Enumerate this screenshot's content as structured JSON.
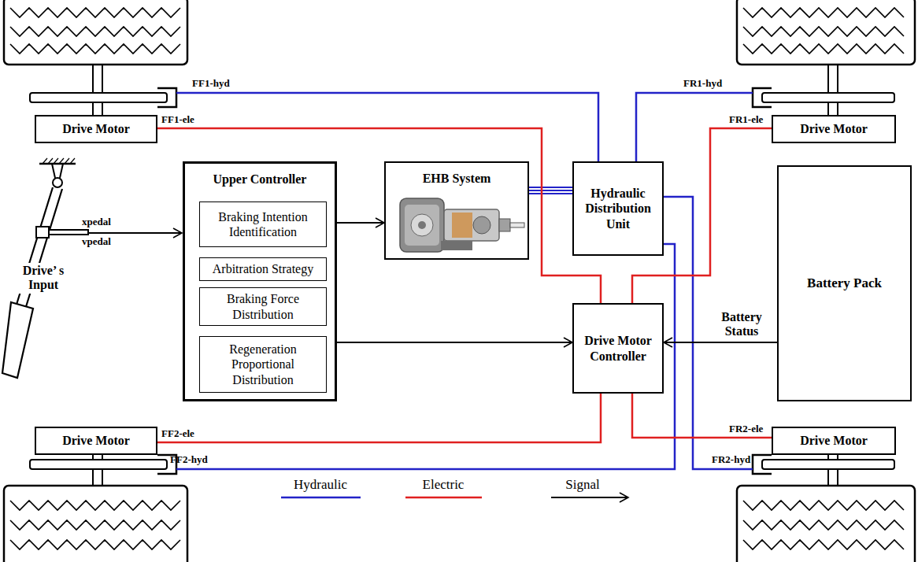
{
  "diagram": {
    "nodes": [
      {
        "text": [
          "Upper Controller"
        ]
      },
      {
        "text": [
          "Braking Intention Identification"
        ],
        "in": 0
      },
      {
        "text": [
          "Arbitration Strategy"
        ],
        "in": 0
      },
      {
        "text": [
          "Braking Force Distribution"
        ],
        "in": 0
      },
      {
        "text": [
          "Regeneration Proportional Distribution"
        ],
        "in": 0
      },
      {
        "text": [
          "EHB System"
        ]
      },
      {
        "text": [
          "Hydraulic Distribution Unit"
        ]
      },
      {
        "text": [
          "Drive Motor Controller"
        ]
      },
      {
        "text": [
          "Battery Pack"
        ]
      },
      {
        "text": [
          "Drive Motor"
        ]
      },
      {
        "text": [
          "Drive Motor"
        ]
      },
      {
        "text": [
          "Drive Motor"
        ]
      },
      {
        "text": [
          "Drive Motor"
        ]
      }
    ],
    "edges": [
      {
        "from": 0,
        "to": 5,
        "arrow": "to"
      },
      {
        "from": 0,
        "to": 7,
        "arrow": "to"
      },
      {
        "from": 8,
        "to": 7,
        "arrow": "to",
        "label": "Battery Status"
      },
      {
        "from": 5,
        "to": 6,
        "arrow": "none"
      },
      {
        "from": 7,
        "to": 9,
        "arrow": "none",
        "label": "FF1-ele"
      },
      {
        "from": 7,
        "to": 10,
        "arrow": "none",
        "label": "FR1-ele"
      },
      {
        "from": 7,
        "to": 11,
        "arrow": "none",
        "label": "FF2-ele"
      },
      {
        "from": 7,
        "to": 12,
        "arrow": "none",
        "label": "FR2-ele"
      }
    ],
    "labels": [
      "Drive’ s Input",
      "xpedal",
      "vpedal",
      "FF1-hyd",
      "FR1-hyd",
      "FF2-hyd",
      "FR2-hyd"
    ],
    "legend": [
      {
        "text": "Hydraulic"
      },
      {
        "text": "Electric"
      },
      {
        "text": "Signal"
      }
    ]
  }
}
